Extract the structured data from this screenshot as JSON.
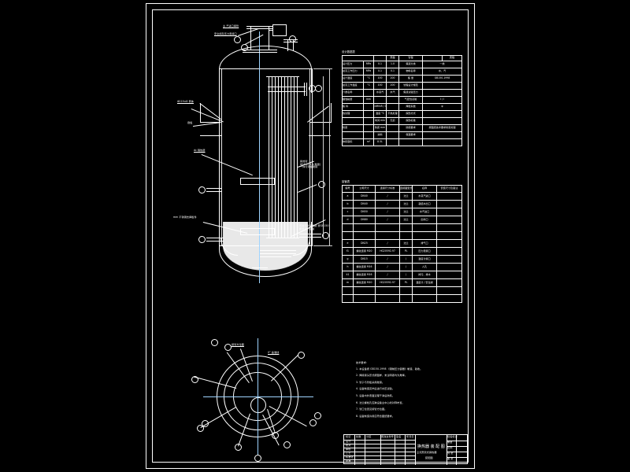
{
  "drawing": {
    "kind": "cad-assembly-drawing",
    "background": "#000000",
    "line_color": "#ffffff",
    "sheet_title_cn": "换热器 装配图"
  },
  "design_table": {
    "caption": "设计数据表",
    "col_headers": [
      "",
      "",
      "壳程",
      "管程",
      "",
      "壳程",
      "管程"
    ],
    "rows": [
      {
        "label": "设计压力",
        "unit": "MPa",
        "shell": "0.1",
        "tube": "1.0",
        "label2": "焦液分类",
        "v2": "一类"
      },
      {
        "label": "最高工作压力",
        "unit": "MPa",
        "shell": "0.1",
        "tube": "0.1",
        "label2": "物料名称",
        "v2": "水、汽"
      },
      {
        "label": "设计温度",
        "unit": "°C",
        "shell": "100",
        "tube": "200",
        "label2": "焦 量",
        "v2": "GB150-1998"
      },
      {
        "label": "最高工作温度",
        "unit": "°C",
        "shell": "100",
        "tube": "200",
        "label2": "管程设计规范",
        "v2": ""
      },
      {
        "label": "介质名称",
        "unit": "",
        "shell": "水蒸汽",
        "tube": "水汽",
        "label2": "焦液试验压力",
        "v2": ""
      },
      {
        "label": "腿蚀裕量",
        "unit": "mm",
        "shell": "",
        "tube": "",
        "label2": "气密性试验",
        "v2": "I / I"
      },
      {
        "label": "焦 料",
        "unit": "",
        "shell": "16MnR / Q235-B",
        "tube": "",
        "label2": "焊缝系数",
        "v2": "φ"
      },
      {
        "label": "热处理",
        "unit": "",
        "shell": "温度 °C",
        "tube": "不热处理",
        "label2": "探伤方式",
        "v2": ""
      },
      {
        "label": "",
        "unit": "",
        "shell": "时间 min",
        "tube": "无损",
        "label2": "探伤标准",
        "v2": ""
      },
      {
        "label": "防腐",
        "unit": "",
        "shell": "防腐 mm",
        "tube": "",
        "label2": "防腐要求",
        "v2": "按图纸技术要求防腐处理"
      },
      {
        "label": "",
        "unit": "",
        "shell": "涂料",
        "tube": "",
        "label2": "保温要求",
        "v2": ""
      },
      {
        "label": "体积容积",
        "unit": "m³",
        "shell": "8.5L",
        "tube": "",
        "label2": "",
        "v2": ""
      }
    ]
  },
  "nozzle_table": {
    "caption": "接管表",
    "headers": [
      "编号",
      "公称尺寸",
      "连接尺寸标准",
      "连接面型式",
      "名称",
      "安装尺寸及备注"
    ],
    "rows": [
      {
        "no": "a",
        "dn": "DN40",
        "std": "/",
        "face": "法兰",
        "name": "水蒸汽进口",
        "note": ""
      },
      {
        "no": "b",
        "dn": "DN40",
        "std": "/",
        "face": "法兰",
        "name": "凝结水出口",
        "note": ""
      },
      {
        "no": "c",
        "dn": "DN50",
        "std": "/",
        "face": "法兰",
        "name": "水汽进口",
        "note": ""
      },
      {
        "no": "d",
        "dn": "DN80",
        "std": "/",
        "face": "法兰",
        "name": "出料口",
        "note": ""
      },
      {
        "no": "",
        "dn": "",
        "std": "",
        "face": "",
        "name": "",
        "note": ""
      },
      {
        "no": "",
        "dn": "",
        "std": "",
        "face": "",
        "name": "",
        "note": ""
      },
      {
        "no": "e",
        "dn": "DN25",
        "std": "/",
        "face": "法兰",
        "name": "排气口",
        "note": ""
      },
      {
        "no": "f1",
        "dn": "螺纹连接 M20",
        "std": "HG20592-97",
        "face": "PL",
        "name": "压力表接口",
        "note": ""
      },
      {
        "no": "g",
        "dn": "DN15",
        "std": "/",
        "face": "/",
        "name": "温度计接口",
        "note": ""
      },
      {
        "no": "h",
        "dn": "螺纹连接 M16",
        "std": "/",
        "face": "/",
        "name": "人孔",
        "note": ""
      },
      {
        "no": "k1",
        "dn": "螺纹连接 M16",
        "std": "/",
        "face": "/",
        "name": "排污、排水",
        "note": ""
      },
      {
        "no": "m",
        "dn": "螺纹连接 M20",
        "std": "HG20592-97",
        "face": "PL",
        "name": "温度计 / 安全阀",
        "note": ""
      },
      {
        "no": "",
        "dn": "",
        "std": "",
        "face": "",
        "name": "",
        "note": ""
      },
      {
        "no": "",
        "dn": "",
        "std": "",
        "face": "",
        "name": "",
        "note": ""
      }
    ]
  },
  "notes": {
    "caption": "技术要求:",
    "items": [
      "1. 本设备按 GB150-1998 《钢制压力容器》制造、验收。",
      "2. 焊接接头形式按图样，未注明者均为角焊。",
      "3. 管子与管板采用胀接。",
      "4. 设备制造完毕后进行水压试验。",
      "5. 设备内外表面清理干净后防腐。",
      "6. 法兰螺栓孔应跨设备主中心线对称布置。",
      "7. 管口位置见接管方位图。",
      "8. 设备制造许用应符合图纸要求。"
    ]
  },
  "orientation_view": {
    "caption": "接管方位图",
    "label_0deg": "0° 基准线",
    "balloons": [
      "a",
      "b",
      "c",
      "d",
      "e",
      "f",
      "g",
      "h",
      "k",
      "m",
      "n",
      "p"
    ]
  },
  "main_view": {
    "labels": [
      {
        "text": "主 汽进口接管",
        "pos": "top-left"
      },
      {
        "text": "安全阀及压力表接口",
        "pos": "top-left-2"
      },
      {
        "text": "Φ219×8 筒体",
        "pos": "left-upper"
      },
      {
        "text": "键板",
        "pos": "left-upper-2"
      },
      {
        "text": "dc 隔热层",
        "pos": "left-mid"
      },
      {
        "text": "mm 不锈钢支撑板件",
        "pos": "left-lower"
      },
      {
        "text": "换热管\nΦ25×2.5×(数量)\n一体与管板胀接",
        "pos": "right-mid"
      },
      {
        "text": "弯管与管板焊接 按GB150\n要求进行检验",
        "pos": "right-lower"
      }
    ]
  },
  "title_block": {
    "rev_header": [
      "标记",
      "处数",
      "分区"
    ],
    "sub_header": [
      "更改文件号",
      "签名",
      "年月日"
    ],
    "role_rows": [
      "设计",
      "校对",
      "审核",
      "工艺",
      "标准化",
      "批准"
    ],
    "main_title_line1": "换热器 装 配 图",
    "main_title_line2": "立式壳管式换热器",
    "main_title_line3": "装配图",
    "right_col": [
      "阶段标记",
      "重量",
      "比例",
      "",
      "共 张",
      "第 张"
    ]
  }
}
